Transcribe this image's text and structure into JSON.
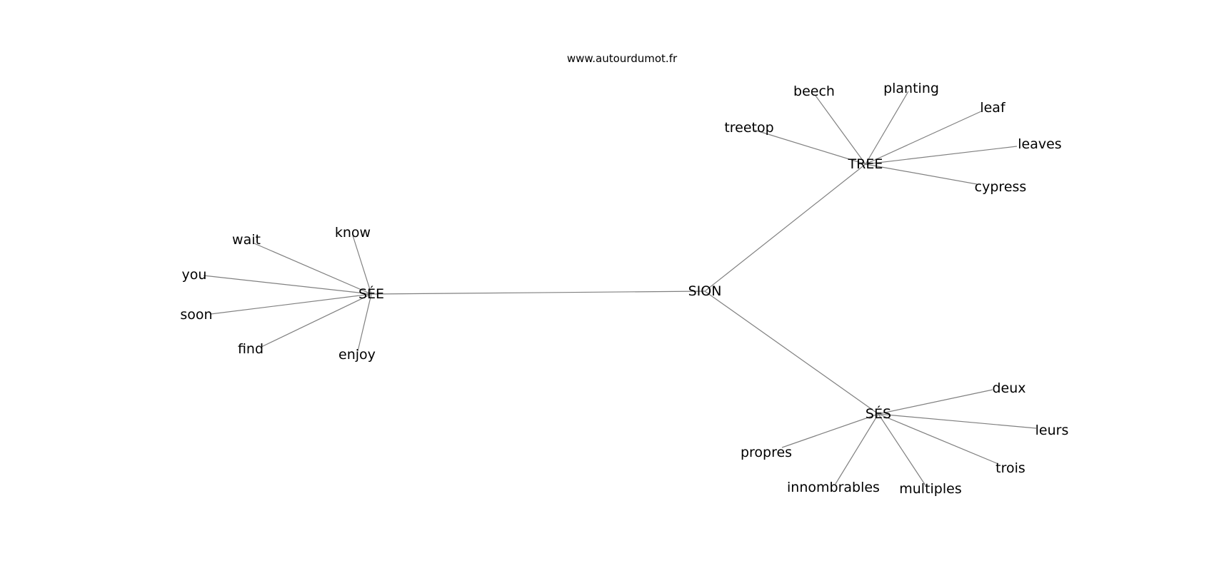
{
  "watermark": "www.autourdumot.fr",
  "colors": {
    "edge": "#808080",
    "text": "#000000",
    "background": "#ffffff"
  },
  "graph": {
    "center": "SION",
    "hubs": [
      {
        "label": "SÉE",
        "leaves": [
          "know",
          "wait",
          "you",
          "soon",
          "find",
          "enjoy"
        ]
      },
      {
        "label": "TREE",
        "leaves": [
          "treetop",
          "beech",
          "planting",
          "leaf",
          "leaves",
          "cypress"
        ]
      },
      {
        "label": "SÉS",
        "leaves": [
          "deux",
          "leurs",
          "trois",
          "multiples",
          "innombrables",
          "propres"
        ]
      }
    ]
  }
}
